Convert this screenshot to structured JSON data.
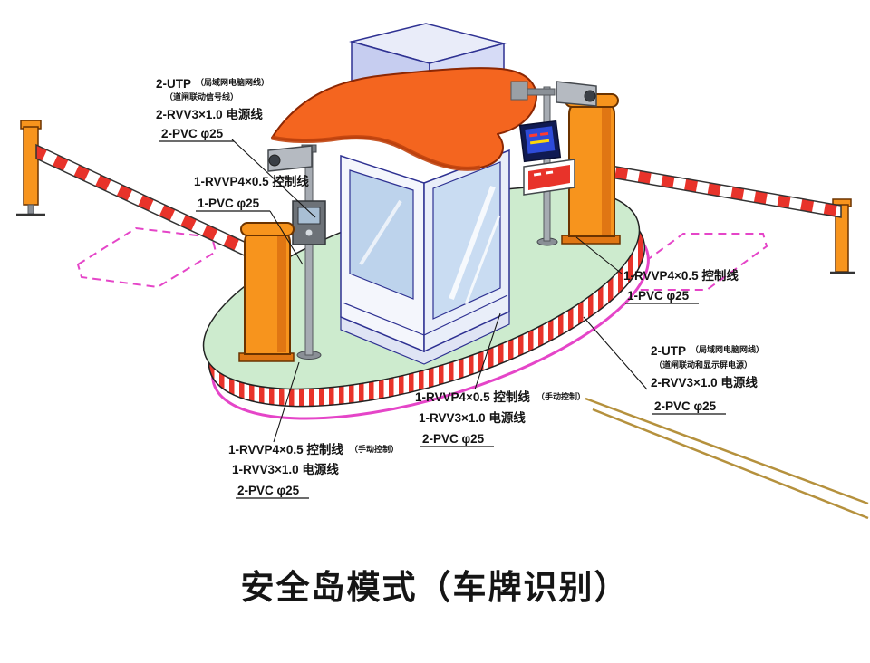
{
  "title": "安全岛模式（车牌识别）",
  "labels": {
    "top_left": {
      "l1": "2-UTP",
      "l1s": "（局域网电脑网线）",
      "l2": "（道闸联动信号线）",
      "l3": "2-RVV3×1.0 电源线",
      "l4": "2-PVC φ25"
    },
    "left_mid": {
      "l1": "1-RVVP4×0.5 控制线",
      "l2": "1-PVC φ25"
    },
    "right_mid": {
      "l1": "1-RVVP4×0.5 控制线",
      "l2": "1-PVC φ25"
    },
    "right_lower": {
      "l1": "2-UTP",
      "l1s": "（局域网电脑网线）",
      "l2": "（道闸联动和显示屏电源）",
      "l3": "2-RVV3×1.0 电源线",
      "l4": "2-PVC φ25"
    },
    "center_bottom": {
      "l1": "1-RVVP4×0.5 控制线",
      "l1s": "（手动控制）",
      "l2": "1-RVV3×1.0 电源线",
      "l3": "2-PVC φ25"
    },
    "left_bottom": {
      "l1": "1-RVVP4×0.5 控制线",
      "l1s": "（手动控制）",
      "l2": "1-RVV3×1.0 电源线",
      "l3": "2-PVC φ25"
    }
  },
  "colors": {
    "machine_orange": "#f7941d",
    "canopy_orange": "#f4651f",
    "island_green": "#cdebce",
    "stripe_red": "#e8332a",
    "loop_magenta": "#e545c8",
    "outline_blue": "#2e3192",
    "cabinet_lavender": "#c6cdf0",
    "road_line_tan": "#b5913d"
  }
}
